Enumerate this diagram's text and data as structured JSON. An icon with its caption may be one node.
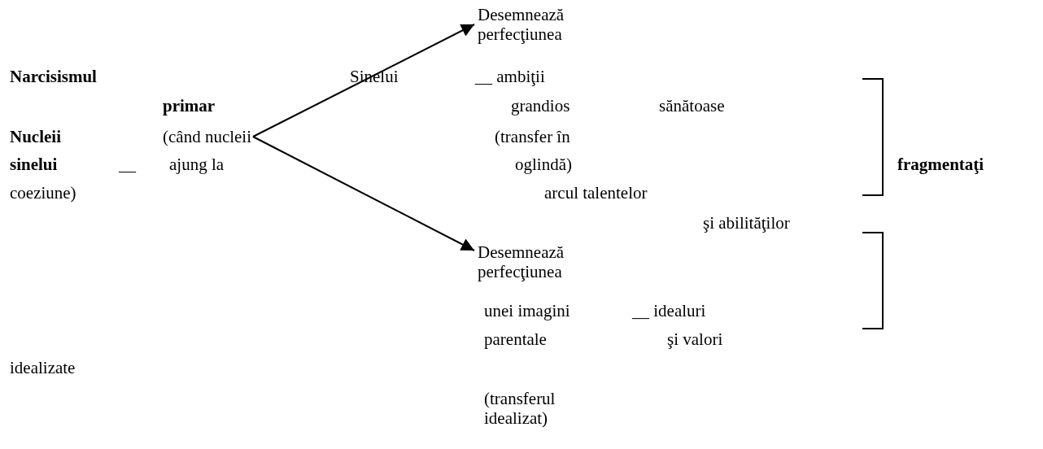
{
  "diagram": {
    "nodes": [
      {
        "text": [
          "(când nucleii"
        ]
      },
      {
        "text": [
          "Desemnează perfecţiunea"
        ]
      },
      {
        "text": [
          "Desemnează perfecţiunea"
        ]
      }
    ],
    "edges": [
      {
        "from": 0,
        "to": 1,
        "arrow": "to"
      },
      {
        "from": 0,
        "to": 2,
        "arrow": "to"
      }
    ],
    "labels": [
      "Narcisismul",
      "Sinelui",
      "__ ambiţii",
      "primar",
      "grandios",
      "sănătoase",
      "Nucleii",
      "(transfer în",
      "sinelui",
      "__",
      "ajung la",
      "oglindă)",
      "fragmentaţi",
      "coeziune)",
      "arcul talentelor",
      "şi abilităţilor",
      "unei imagini",
      "__ idealuri",
      "parentale",
      "şi valori",
      "idealizate",
      "(transferul idealizat)"
    ]
  }
}
